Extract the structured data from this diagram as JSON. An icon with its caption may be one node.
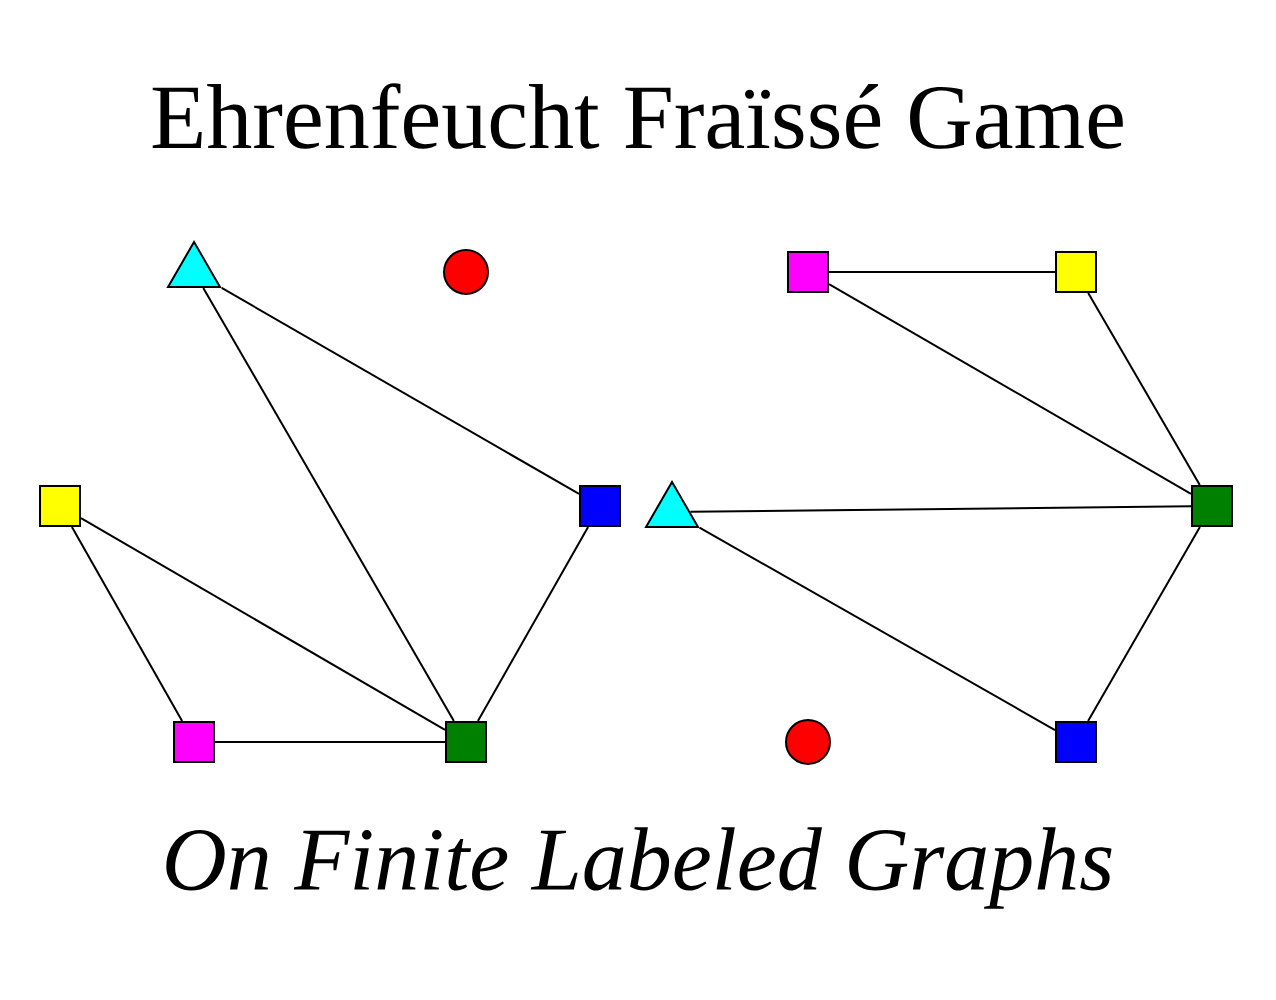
{
  "diagram": {
    "title": "Ehrenfeucht Fraïssé Game",
    "caption": "On Finite Labeled Graphs",
    "nodes": [
      {
        "text": [],
        "shape": "triangle"
      },
      {
        "text": [],
        "shape": "circle"
      },
      {
        "text": [],
        "shape": "box"
      },
      {
        "text": [],
        "shape": "box"
      },
      {
        "text": [],
        "shape": "box"
      },
      {
        "text": [],
        "shape": "box"
      },
      {
        "text": [],
        "shape": "box"
      },
      {
        "text": [],
        "shape": "box"
      },
      {
        "text": [],
        "shape": "triangle"
      },
      {
        "text": [],
        "shape": "box"
      },
      {
        "text": [],
        "shape": "circle"
      },
      {
        "text": [],
        "shape": "box"
      }
    ],
    "edges": [
      {
        "from": 0,
        "to": 3,
        "arrow": "none"
      },
      {
        "from": 0,
        "to": 5,
        "arrow": "none"
      },
      {
        "from": 2,
        "to": 4,
        "arrow": "none"
      },
      {
        "from": 2,
        "to": 5,
        "arrow": "none"
      },
      {
        "from": 4,
        "to": 5,
        "arrow": "none"
      },
      {
        "from": 3,
        "to": 5,
        "arrow": "none"
      },
      {
        "from": 6,
        "to": 7,
        "arrow": "none"
      },
      {
        "from": 6,
        "to": 9,
        "arrow": "none"
      },
      {
        "from": 7,
        "to": 9,
        "arrow": "none"
      },
      {
        "from": 8,
        "to": 9,
        "arrow": "none"
      },
      {
        "from": 8,
        "to": 11,
        "arrow": "none"
      },
      {
        "from": 9,
        "to": 11,
        "arrow": "none"
      }
    ]
  }
}
